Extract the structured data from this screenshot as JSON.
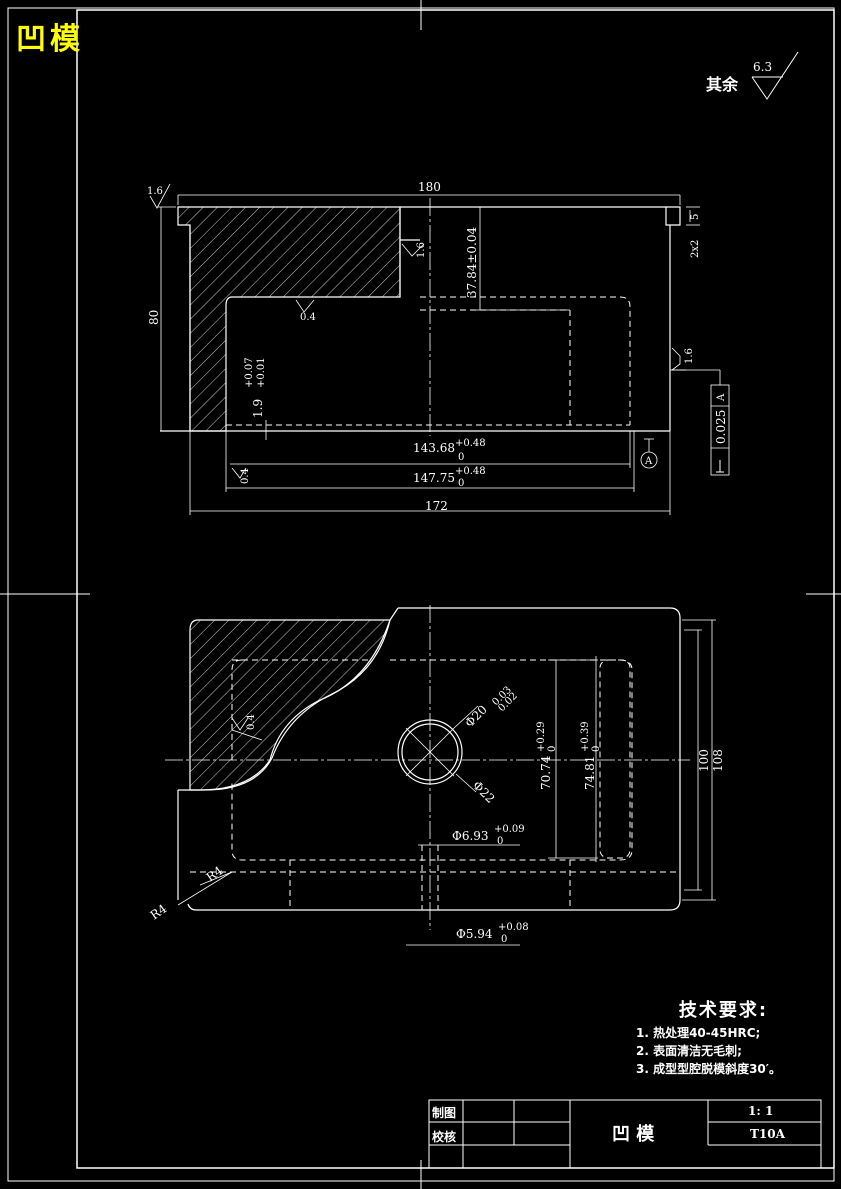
{
  "sheet": {
    "title": "凹模",
    "roughness_note": "其余",
    "roughness_value": "6.3"
  },
  "front_view": {
    "dim_width_top": "180",
    "dim_height": "80",
    "dim_depth": "37.84±0.04",
    "dim_inner_1": "143.68",
    "dim_inner_1_tol_up": "+0.48",
    "dim_inner_1_tol_low": "0",
    "dim_inner_2": "147.75",
    "dim_inner_2_tol_up": "+0.48",
    "dim_inner_2_tol_low": "0",
    "dim_bottom": "172",
    "dim_step": "1.9",
    "dim_step_tol_up": "+0.07",
    "dim_step_tol_low": "+0.01",
    "dim_5": "5",
    "dim_chamfer": "2x2",
    "rough_1": "1.6",
    "rough_2": "1.6",
    "rough_3": "1.6",
    "rough_4": "0.4",
    "rough_5": "0.4",
    "datum": "A",
    "tol_value": "0.025",
    "tol_datum": "A"
  },
  "top_view": {
    "dim_hole_dia": "Φ20",
    "dim_hole_tol_up": "0.03",
    "dim_hole_tol_low": "0.02",
    "dim_hole_outer": "Φ22",
    "dim_70": "70.74",
    "dim_70_tol_up": "+0.29",
    "dim_70_tol_low": "0",
    "dim_74": "74.81",
    "dim_74_tol_up": "+0.39",
    "dim_74_tol_low": "0",
    "dim_100": "100",
    "dim_108": "108",
    "dim_693": "Φ6.93",
    "dim_693_tol_up": "+0.09",
    "dim_693_tol_low": "0",
    "dim_594": "Φ5.94",
    "dim_594_tol_up": "+0.08",
    "dim_594_tol_low": "0",
    "r1": "R4",
    "r2": "R4",
    "rough": "0.4"
  },
  "requirements": {
    "heading": "技术要求:",
    "items": [
      "1.  热处理40-45HRC;",
      "2.  表面清洁无毛刺;",
      "3.  成型型腔脱模斜度30′。"
    ]
  },
  "title_block": {
    "drawn_label": "制图",
    "checked_label": "校核",
    "part_name": "凹  模",
    "scale": "1: 1",
    "material": "T10A"
  }
}
